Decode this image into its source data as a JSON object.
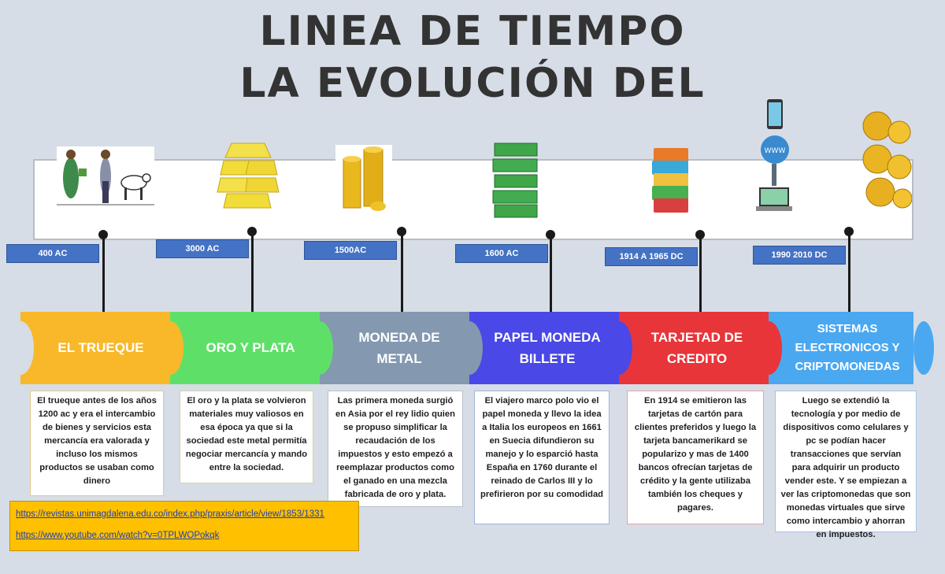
{
  "title": {
    "line1": "LINEA DE TIEMPO",
    "line2": "LA EVOLUCIÓN DEL"
  },
  "events": [
    {
      "date": "400 AC",
      "label": "EL TRUEQUE",
      "description": "El trueque antes de los años 1200 ac y era el intercambio de bienes y servicios esta mercancía era valorada y incluso los mismos productos se usaban como dinero",
      "color": "#f8b82a",
      "border": "#e4c88a",
      "icon": "barter-people-cows-icon"
    },
    {
      "date": "3000 AC",
      "label": "ORO Y PLATA",
      "description": "El oro y la plata se volvieron materiales muy valiosos en esa época ya que si  la sociedad este metal permitía negociar mercancía y mando entre la sociedad.",
      "color": "#5ee068",
      "border": "#c8d8a8",
      "icon": "gold-bars-icon"
    },
    {
      "date": "1500AC",
      "label": "MONEDA DE METAL",
      "description": "Las primera moneda surgió en Asia por el rey lidio quien se propuso simplificar la recaudación de los impuestos y esto empezó a reemplazar productos como el ganado  en una mezcla fabricada de oro  y plata.",
      "color": "#8498b0",
      "border": "#b8c0cc",
      "icon": "gold-coins-icon"
    },
    {
      "date": "1600 AC",
      "label": "PAPEL MONEDA BILLETE",
      "description": "El viajero marco polo vio el papel moneda y llevo la idea a Italia los europeos en 1661 en Suecia difundieron su manejo y lo esparció hasta España en 1760 durante el reinado de Carlos III y lo prefirieron por su comodidad",
      "color": "#4a48e6",
      "border": "#9fb4d8",
      "icon": "banknotes-icon"
    },
    {
      "date": "1914 A 1965 DC",
      "label": "TARJETAD DE CREDITO",
      "description": "En 1914 se emitieron las tarjetas de cartón para clientes preferidos y luego la tarjeta bancamerikard se popularizo y mas de 1400 bancos ofrecían tarjetas de crédito y la gente utilizaba también los cheques y pagares.",
      "color": "#e8353a",
      "border": "#e8a0a0",
      "icon": "credit-cards-icon"
    },
    {
      "date": "1990  2010 DC",
      "label": "SISTEMAS ELECTRONICOS Y CRIPTOMONEDAS",
      "description": "Luego se extendió la tecnología y por medio de dispositivos como celulares y pc se podían hacer transacciones que servían para adquirir un producto vender este. Y se empiezan a ver las criptomonedas que son monedas virtuales que sirve como intercambio y ahorran en impuestos.",
      "color": "#4aa8f0",
      "border": "#9fc4e8",
      "icon": "devices-crypto-icon"
    }
  ],
  "links": [
    "https://revistas.unimagdalena.edu.co/index.php/praxis/article/view/1853/1331",
    "https://www.youtube.com/watch?v=0TPLWOPokqk"
  ]
}
